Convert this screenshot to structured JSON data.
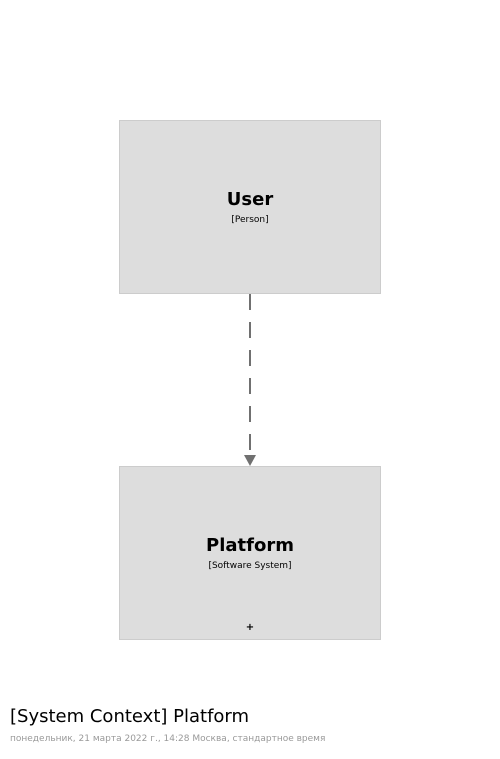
{
  "diagram": {
    "title": "[System Context] Platform",
    "timestamp": "понедельник, 21 марта 2022 г., 14:28 Москва, стандартное время"
  },
  "elements": {
    "user": {
      "name": "User",
      "type": "[Person]"
    },
    "platform": {
      "name": "Platform",
      "type": "[Software System]",
      "marker": "+"
    }
  },
  "relationships": [
    {
      "from": "User",
      "to": "Platform",
      "style": "dashed"
    }
  ],
  "colors": {
    "element_fill": "#dddddd",
    "element_border": "#cccccc",
    "relationship": "#707070",
    "timestamp_text": "#999999"
  }
}
